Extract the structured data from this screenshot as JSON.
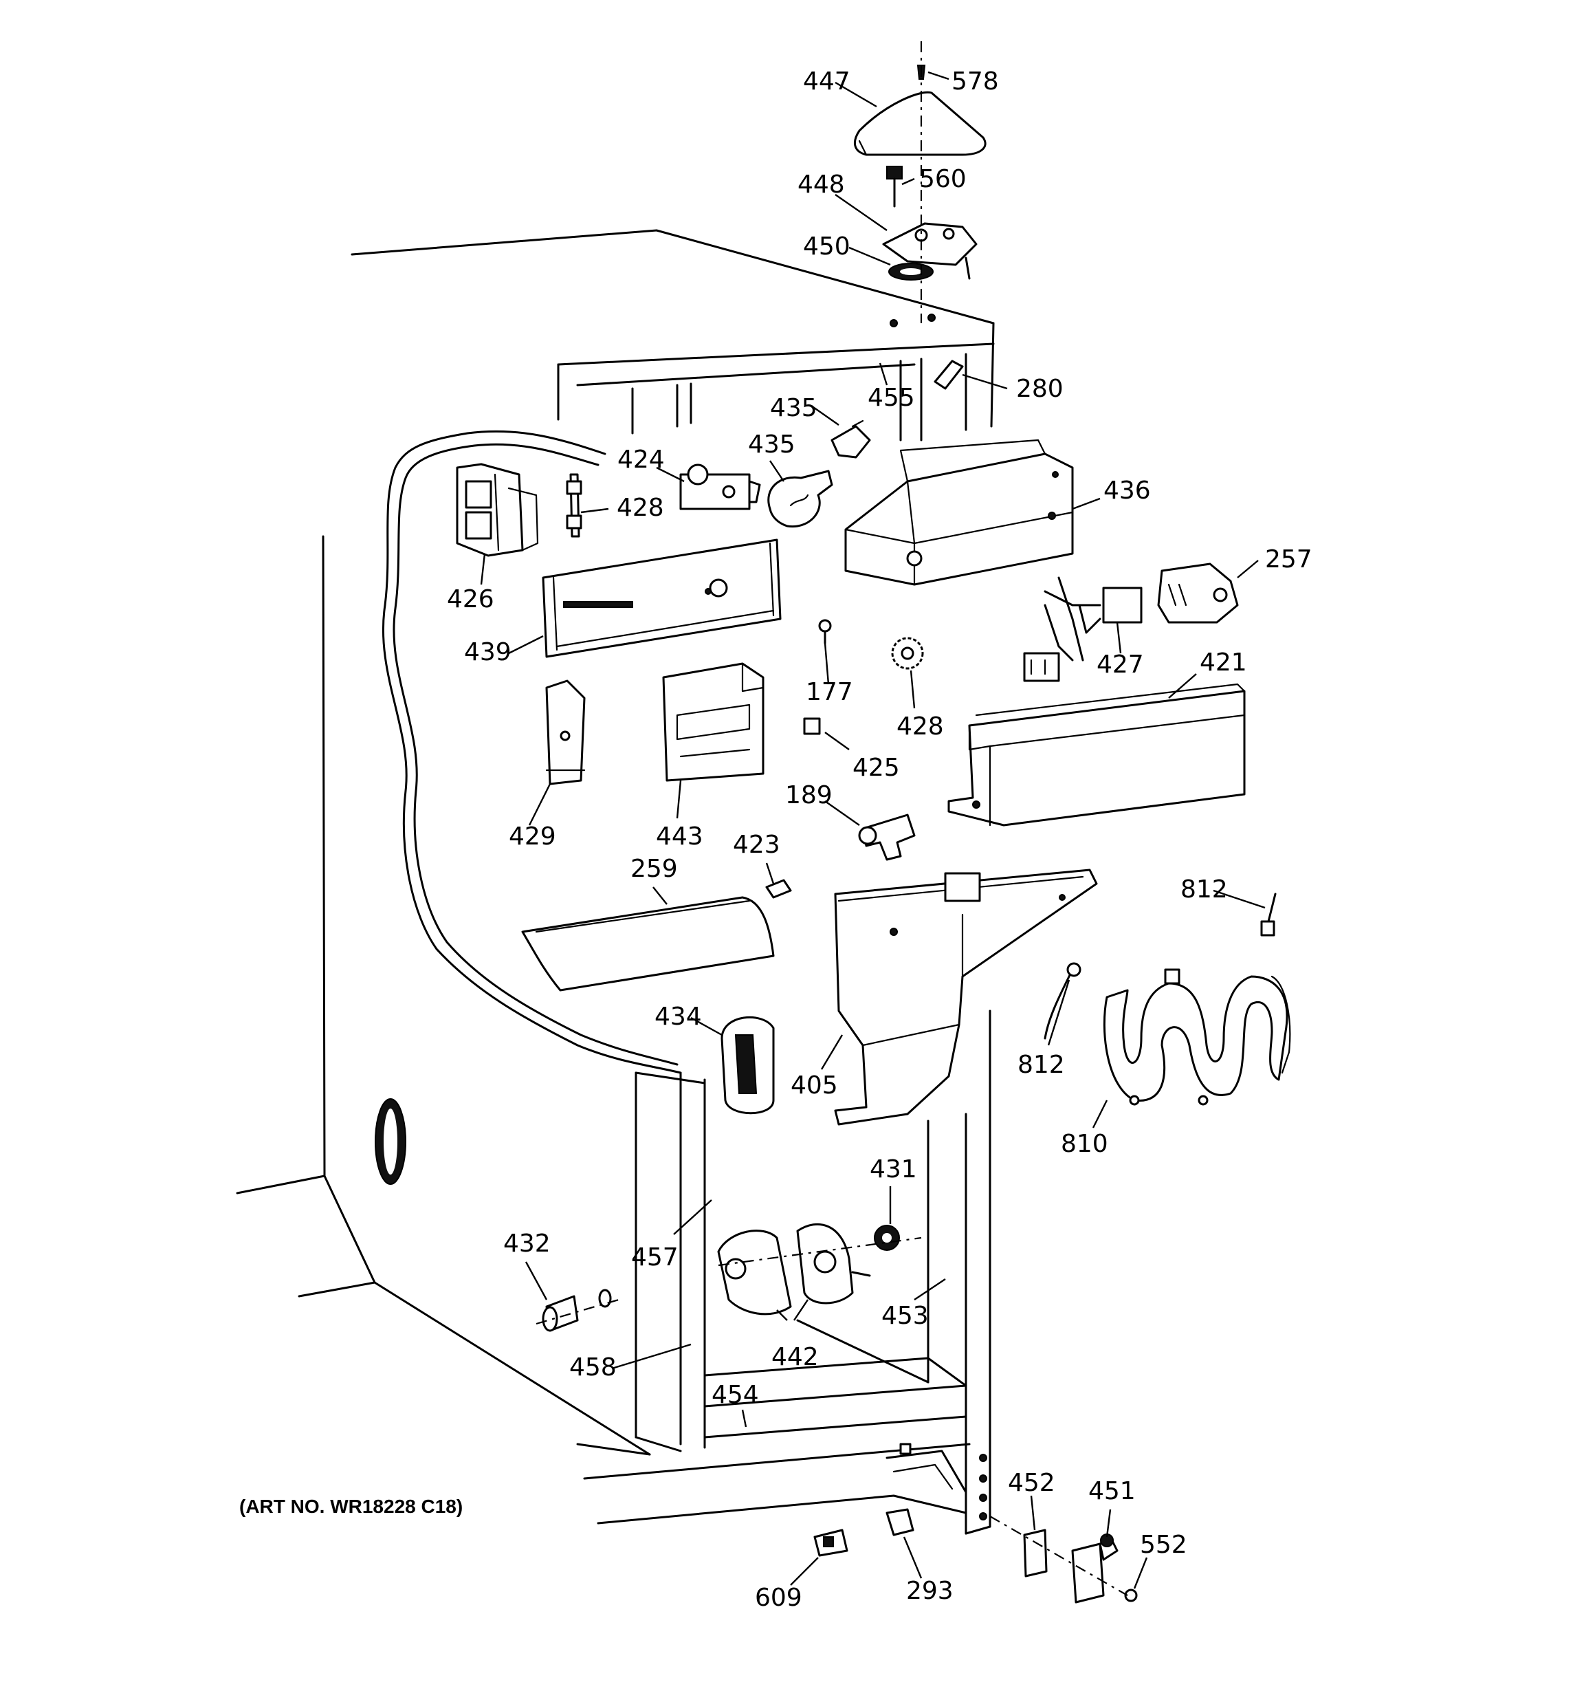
{
  "art_number": "(ART NO. WR18228 C18)",
  "callouts": [
    {
      "id": "447"
    },
    {
      "id": "578"
    },
    {
      "id": "448"
    },
    {
      "id": "560"
    },
    {
      "id": "450"
    },
    {
      "id": "280"
    },
    {
      "id": "455"
    },
    {
      "id": "435a",
      "text": "435"
    },
    {
      "id": "435b",
      "text": "435"
    },
    {
      "id": "424"
    },
    {
      "id": "428a",
      "text": "428"
    },
    {
      "id": "436"
    },
    {
      "id": "426"
    },
    {
      "id": "257"
    },
    {
      "id": "439"
    },
    {
      "id": "177"
    },
    {
      "id": "428b",
      "text": "428"
    },
    {
      "id": "427"
    },
    {
      "id": "421"
    },
    {
      "id": "425"
    },
    {
      "id": "429"
    },
    {
      "id": "443"
    },
    {
      "id": "189"
    },
    {
      "id": "423"
    },
    {
      "id": "259"
    },
    {
      "id": "812a",
      "text": "812"
    },
    {
      "id": "812b",
      "text": "812"
    },
    {
      "id": "434"
    },
    {
      "id": "405"
    },
    {
      "id": "810"
    },
    {
      "id": "431"
    },
    {
      "id": "432"
    },
    {
      "id": "457"
    },
    {
      "id": "453"
    },
    {
      "id": "458"
    },
    {
      "id": "442"
    },
    {
      "id": "454"
    },
    {
      "id": "452"
    },
    {
      "id": "451"
    },
    {
      "id": "552"
    },
    {
      "id": "609"
    },
    {
      "id": "293"
    }
  ]
}
